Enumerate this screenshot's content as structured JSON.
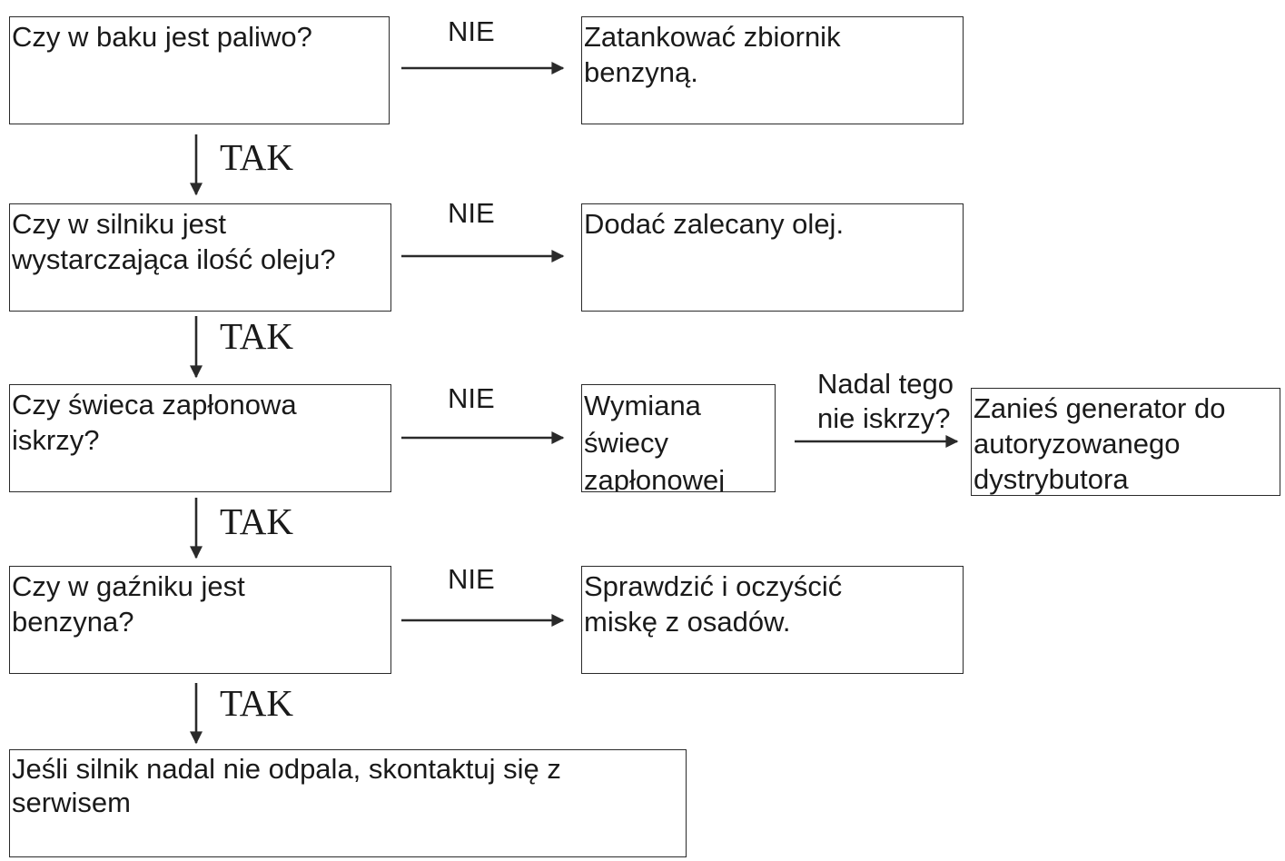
{
  "steps": [
    {
      "question": "Czy w baku jest paliwo?",
      "no": "NIE",
      "action": "Zatankować zbiornik benzyną.",
      "yes": "TAK"
    },
    {
      "question": "Czy w silniku jest wystarczająca ilość oleju?",
      "no": "NIE",
      "action": "Dodać zalecany olej.",
      "yes": "TAK"
    },
    {
      "question": "Czy świeca zapłonowa iskrzy?",
      "no": "NIE",
      "action": "Wymiana świecy zapłonowej",
      "yes": "TAK"
    },
    {
      "question": "Czy w gaźniku jest benzyna?",
      "no": "NIE",
      "action": "Sprawdzić i oczyścić miskę z osadów.",
      "yes": "TAK"
    }
  ],
  "spark_followup": {
    "question": "Nadal tego nie iskrzy?",
    "action": "Zanieś generator do autoryzowanego dystrybutora"
  },
  "final": "Jeśli silnik nadal nie odpala, skontaktuj się z serwisem",
  "colors": {
    "line": "#2a2a2a",
    "background": "#ffffff"
  }
}
